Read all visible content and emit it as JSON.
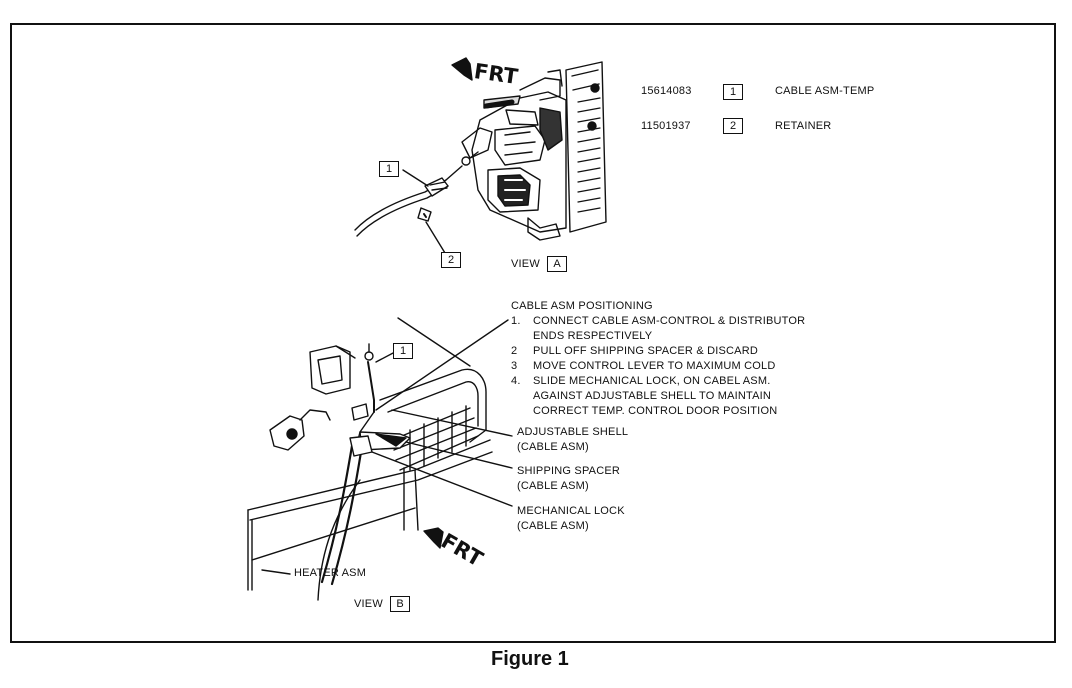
{
  "figure_caption": "Figure 1",
  "view_a": {
    "front_label": "FRT",
    "view_label": "VIEW",
    "view_letter": "A",
    "callout_1": "1",
    "callout_2": "2"
  },
  "parts_list": [
    {
      "part_no": "15614083",
      "ref": "1",
      "name": "CABLE ASM-TEMP"
    },
    {
      "part_no": "11501937",
      "ref": "2",
      "name": "RETAINER"
    }
  ],
  "view_b": {
    "front_label": "FRT",
    "view_label": "VIEW",
    "view_letter": "B",
    "callout_1": "1",
    "heater_label": "HEATER ASM",
    "instructions_title": "CABLE ASM POSITIONING",
    "steps": [
      {
        "num": "1.",
        "line1": "CONNECT CABLE ASM-CONTROL & DISTRIBUTOR",
        "line2": "ENDS RESPECTIVELY",
        "line3": ""
      },
      {
        "num": "2",
        "line1": "PULL OFF SHIPPING SPACER & DISCARD",
        "line2": "",
        "line3": ""
      },
      {
        "num": "3",
        "line1": "MOVE CONTROL LEVER TO MAXIMUM COLD",
        "line2": "",
        "line3": ""
      },
      {
        "num": "4.",
        "line1": "SLIDE MECHANICAL LOCK, ON CABEL ASM.",
        "line2": "AGAINST ADJUSTABLE SHELL TO MAINTAIN",
        "line3": "CORRECT TEMP. CONTROL DOOR POSITION"
      }
    ],
    "labels": [
      {
        "name": "ADJUSTABLE SHELL",
        "sub": "(CABLE ASM)"
      },
      {
        "name": "SHIPPING SPACER",
        "sub": "(CABLE ASM)"
      },
      {
        "name": "MECHANICAL LOCK",
        "sub": "(CABLE ASM)"
      }
    ]
  }
}
